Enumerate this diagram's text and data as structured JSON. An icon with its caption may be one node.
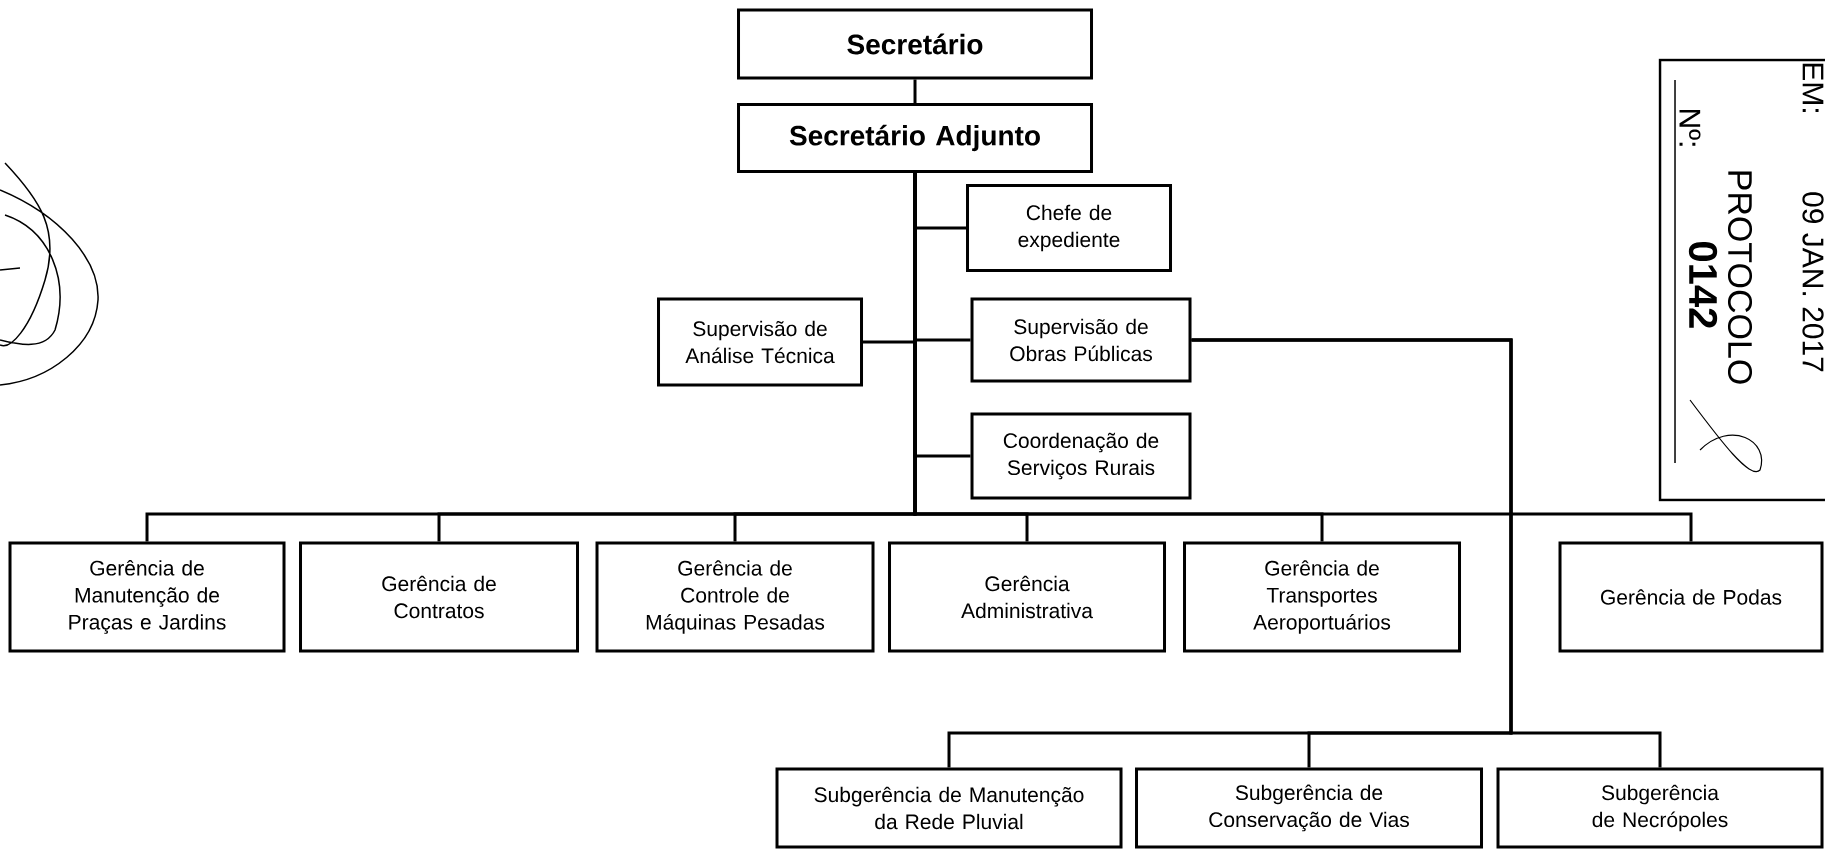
{
  "diagram": {
    "nodes": [
      {
        "text": [
          "Secretário"
        ]
      },
      {
        "text": [
          "Secretário Adjunto"
        ]
      },
      {
        "text": [
          "Chefe de expediente"
        ]
      },
      {
        "text": [
          "Supervisão de Análise Técnica"
        ]
      },
      {
        "text": [
          "Supervisão de Obras Públicas"
        ]
      },
      {
        "text": [
          "Coordenação de Serviços Rurais"
        ]
      },
      {
        "text": [
          "Gerência de Manutenção de Praças e Jardins"
        ]
      },
      {
        "text": [
          "Gerência de Contratos"
        ]
      },
      {
        "text": [
          "Gerência de Controle de Máquinas Pesadas"
        ]
      },
      {
        "text": [
          "Gerência Administrativa"
        ]
      },
      {
        "text": [
          "Gerência de Transportes Aeroportuários"
        ]
      },
      {
        "text": [
          "Gerência de Podas"
        ]
      },
      {
        "text": [
          "Subgerência de Manutenção da Rede Pluvial"
        ]
      },
      {
        "text": [
          "Subgerência de Conservação de Vias"
        ]
      },
      {
        "text": [
          "Subgerência de Necrópoles"
        ]
      }
    ],
    "edges": [
      {
        "from": 0,
        "to": 1,
        "arrow": "none"
      },
      {
        "from": 1,
        "to": 2,
        "arrow": "none"
      },
      {
        "from": 1,
        "to": 3,
        "arrow": "none"
      },
      {
        "from": 1,
        "to": 4,
        "arrow": "none"
      },
      {
        "from": 1,
        "to": 5,
        "arrow": "none"
      },
      {
        "from": 1,
        "to": 6,
        "arrow": "none"
      },
      {
        "from": 1,
        "to": 7,
        "arrow": "none"
      },
      {
        "from": 1,
        "to": 8,
        "arrow": "none"
      },
      {
        "from": 1,
        "to": 9,
        "arrow": "none"
      },
      {
        "from": 1,
        "to": 10,
        "arrow": "none"
      },
      {
        "from": 1,
        "to": 11,
        "arrow": "none"
      },
      {
        "from": 4,
        "to": 12,
        "arrow": "none"
      },
      {
        "from": 4,
        "to": 13,
        "arrow": "none"
      },
      {
        "from": 4,
        "to": 14,
        "arrow": "none"
      }
    ],
    "labels": [
      "EM:",
      "09 JAN. 2017",
      "Nº:",
      "PROTOCOLO",
      "0142"
    ]
  }
}
